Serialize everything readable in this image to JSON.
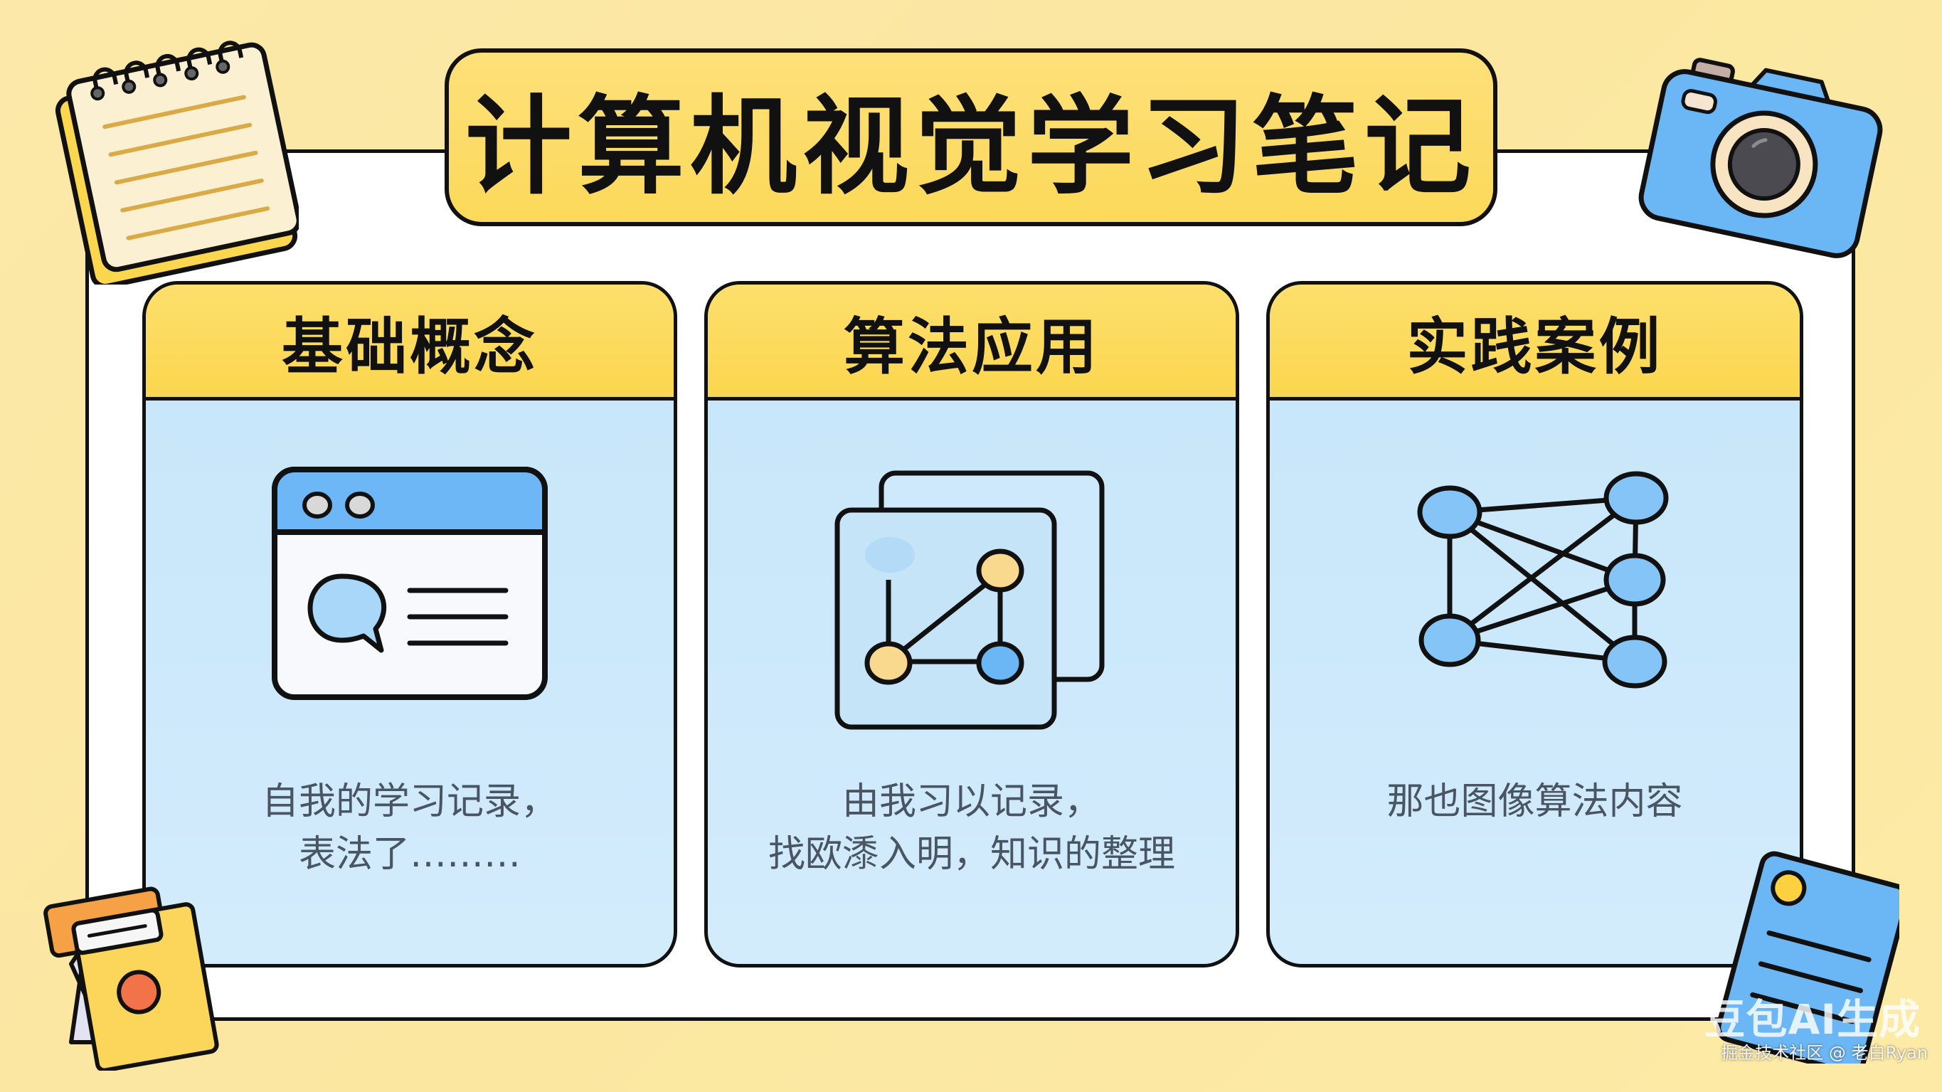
{
  "poster": {
    "title": "计算机视觉学习笔记",
    "colors": {
      "background": "#FCE8A8",
      "frame": "#FFFFFF",
      "title_fill": "#FCD959",
      "header_fill": "#FBD64F",
      "card_fill": "#C9E7FA",
      "accent_blue": "#6BB6F5",
      "outline": "#111111",
      "body_text": "#4A5563"
    }
  },
  "cards": [
    {
      "header": "基础概念",
      "icon": "browser-window-chat-icon",
      "lines": [
        "自我的学习记录，",
        "表法了………"
      ]
    },
    {
      "header": "算法应用",
      "icon": "layered-graph-icon",
      "lines": [
        "由我习以记录，",
        "找欧潻入明，知识的整理"
      ]
    },
    {
      "header": "实践案例",
      "icon": "network-nodes-icon",
      "lines": [
        "那也图像算法内容"
      ]
    }
  ],
  "decorations": {
    "top_left": "spiral-notepad-icon",
    "top_right": "camera-icon",
    "bottom_left": "clipboard-calendar-icon",
    "bottom_right": "blue-note-card-icon"
  },
  "watermark": {
    "main": "豆包AI生成",
    "sub": "掘金技术社区 @ 老白Ryan"
  }
}
